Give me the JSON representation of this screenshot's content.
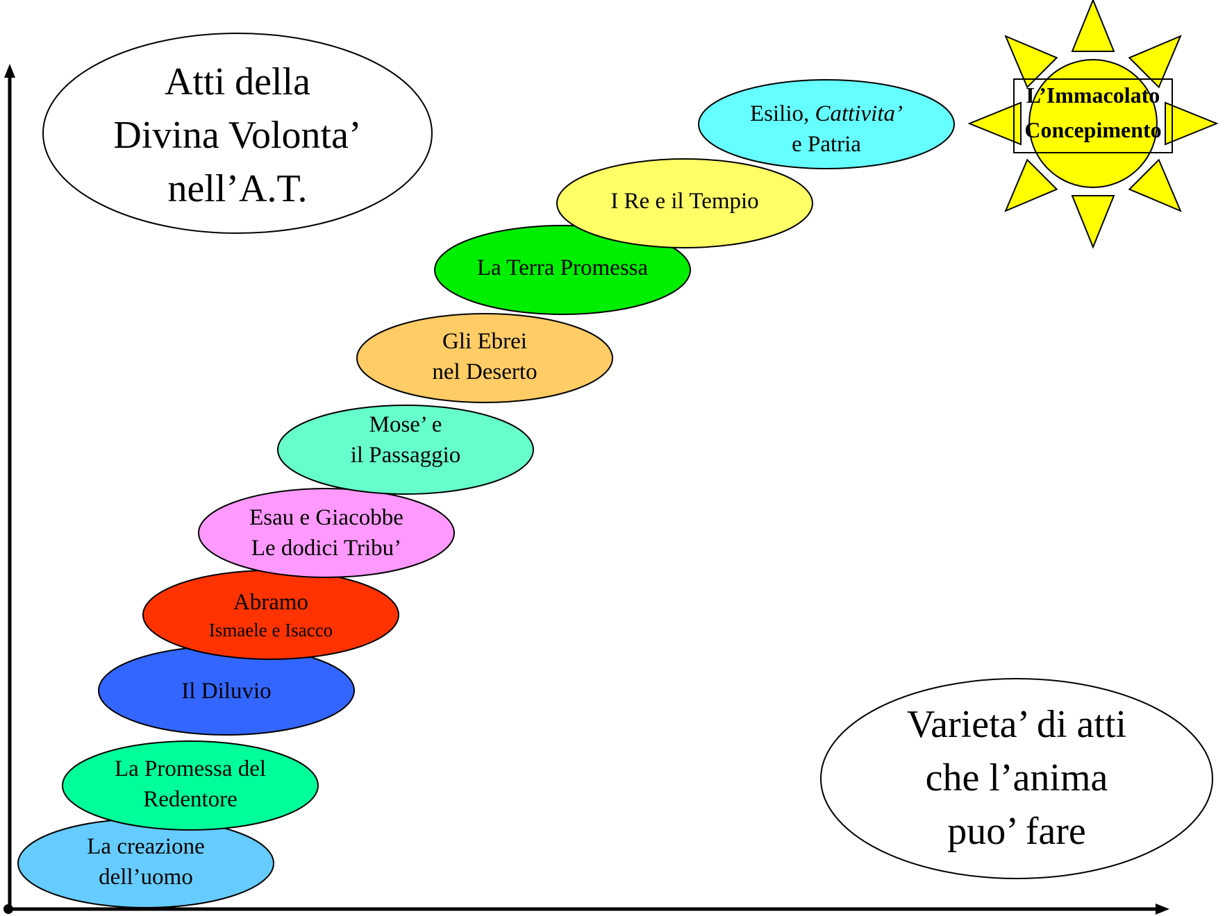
{
  "title_bubble": {
    "lines": [
      "Atti della",
      "Divina Volonta’",
      "nell’A.T."
    ]
  },
  "bottom_bubble": {
    "lines": [
      "Varieta’ di atti",
      "che l’anima",
      "puo’ fare"
    ]
  },
  "sun": {
    "lines": [
      "L’Immacolato",
      "Concepimento"
    ],
    "fill": "#ffff00"
  },
  "steps": [
    {
      "id": "step-creazione",
      "lines": [
        "La creazione",
        "dell’uomo"
      ],
      "fill": "#66ccff"
    },
    {
      "id": "step-promessa",
      "lines": [
        "La Promessa del",
        "Redentore"
      ],
      "fill": "#00ff99"
    },
    {
      "id": "step-diluvio",
      "lines": [
        "Il Diluvio"
      ],
      "fill": "#3366ff"
    },
    {
      "id": "step-abramo",
      "lines": [
        "Abramo",
        "Ismaele e Isacco"
      ],
      "fill": "#ff3300"
    },
    {
      "id": "step-esau",
      "lines": [
        "Esau e Giacobbe",
        "Le dodici Tribu’"
      ],
      "fill": "#ff99ff"
    },
    {
      "id": "step-mose",
      "lines": [
        "Mose’ e",
        "il Passaggio"
      ],
      "fill": "#66ffcc"
    },
    {
      "id": "step-ebrei",
      "lines": [
        "Gli Ebrei",
        "nel Deserto"
      ],
      "fill": "#ffcc66"
    },
    {
      "id": "step-terra",
      "lines": [
        "La Terra Promessa"
      ],
      "fill": "#00ee00"
    },
    {
      "id": "step-re",
      "lines": [
        "I Re e il Tempio"
      ],
      "fill": "#ffff66"
    },
    {
      "id": "step-esilio",
      "lines": [
        "Esilio, ",
        "Cattivita’",
        "e Patria"
      ],
      "fill": "#66ffff"
    }
  ]
}
